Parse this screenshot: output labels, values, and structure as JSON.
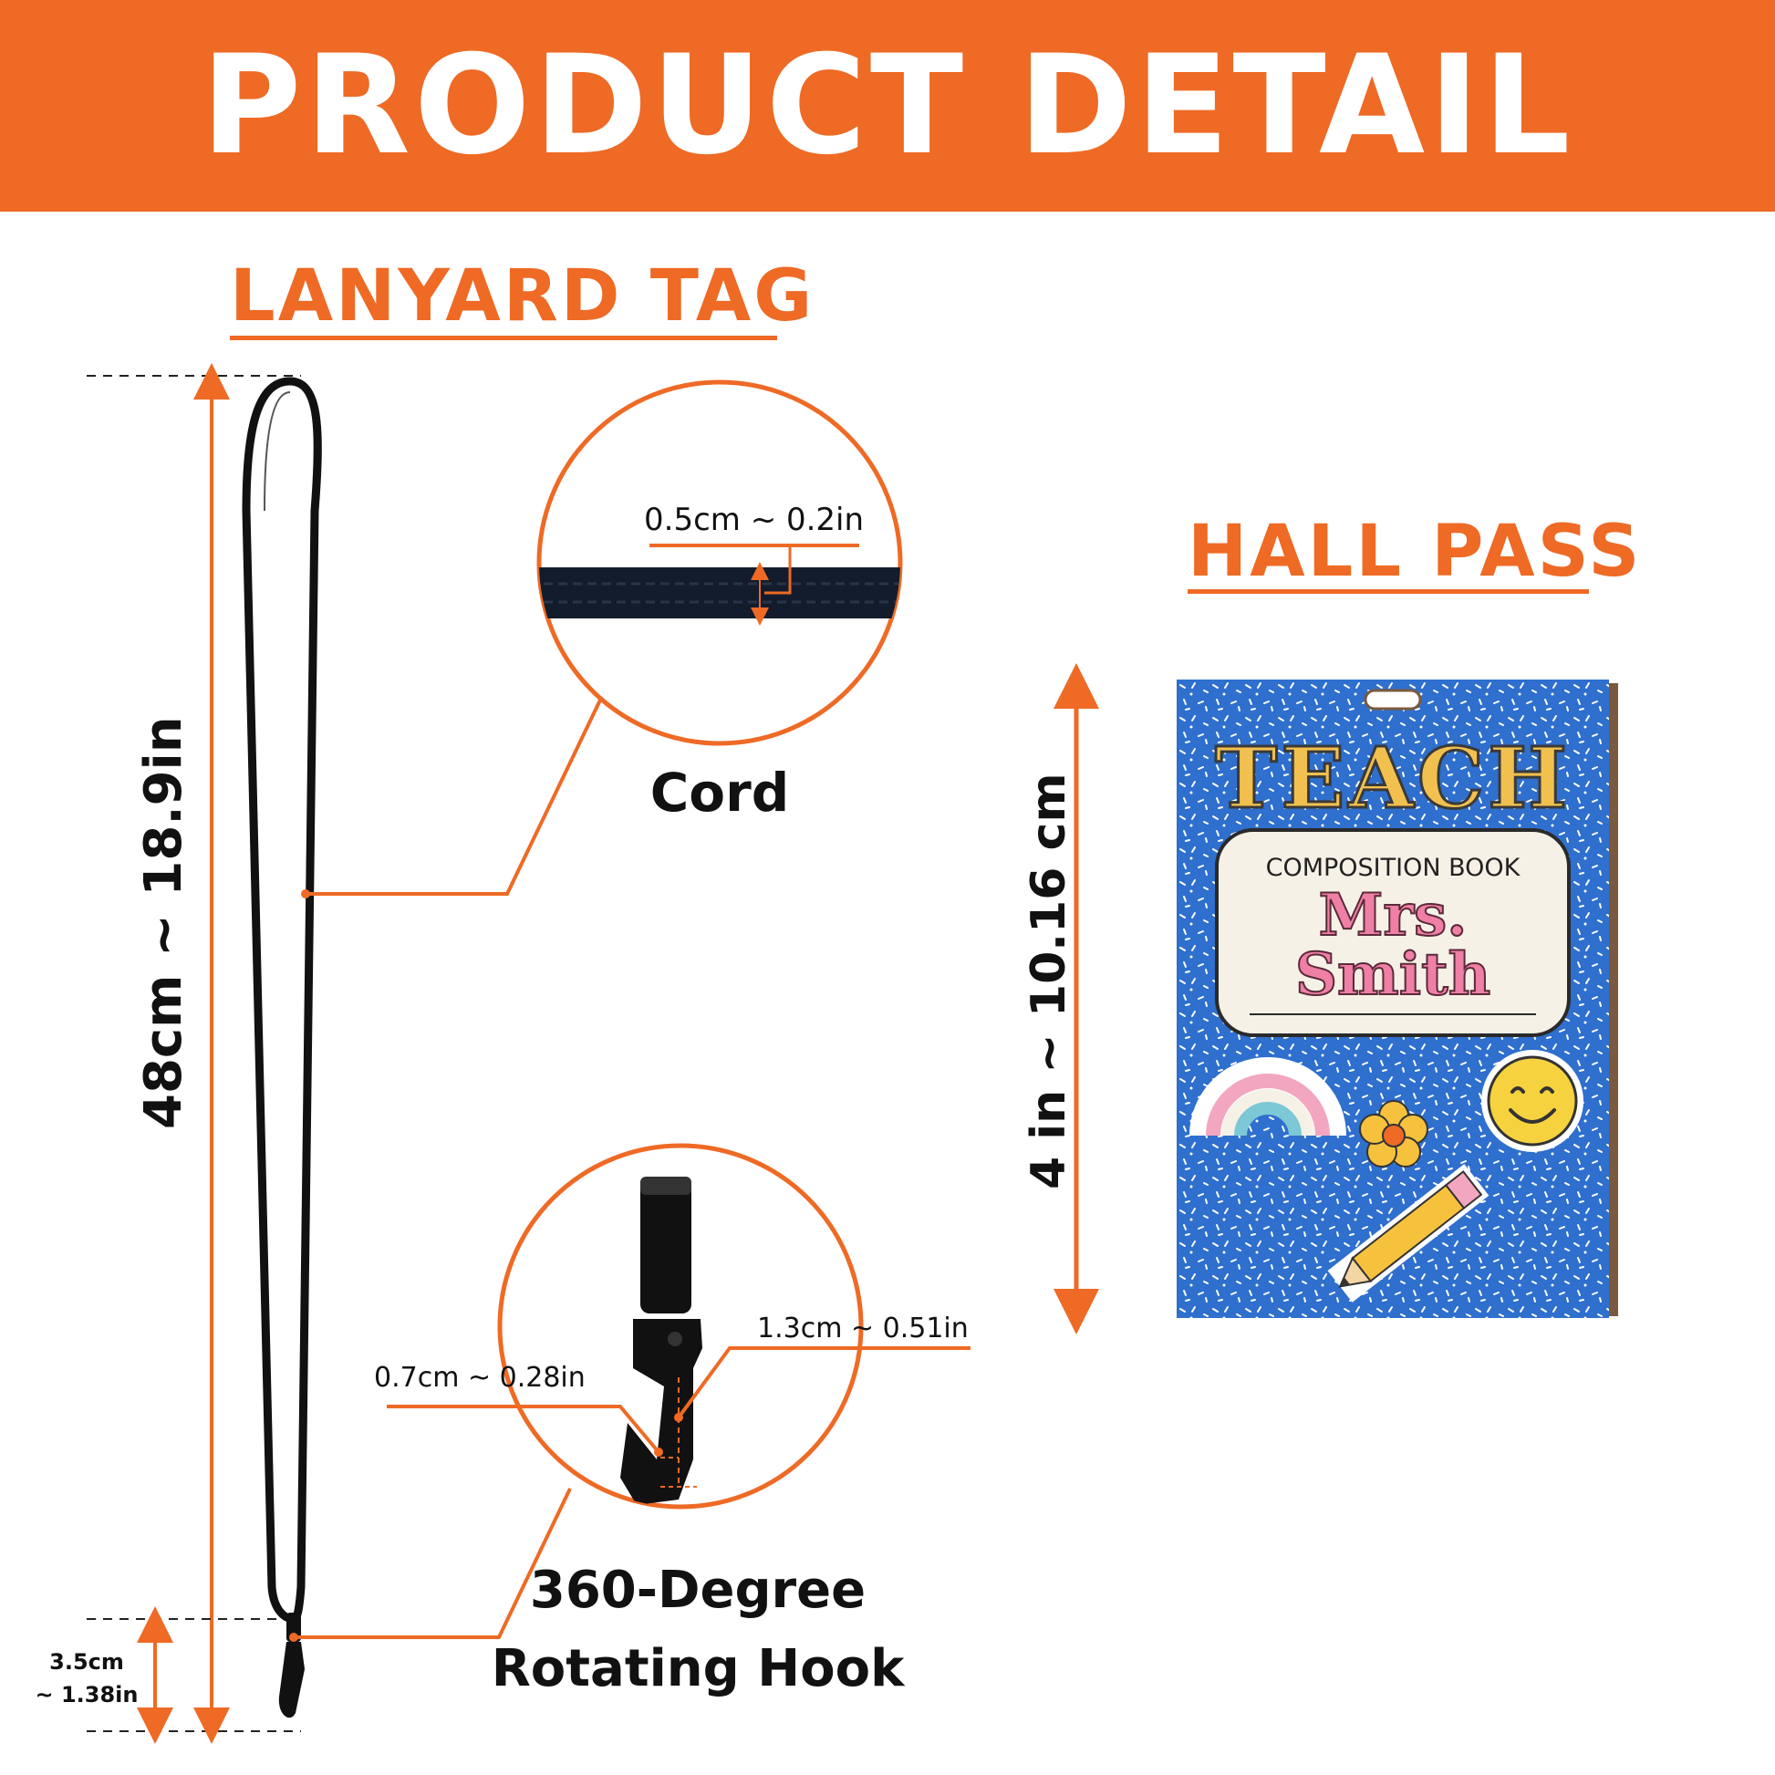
{
  "banner": {
    "title": "PRODUCT DETAIL"
  },
  "lanyard": {
    "section_title": "LANYARD TAG",
    "length_label": "48cm ~ 18.9in",
    "hook_length_label_line1": "3.5cm",
    "hook_length_label_line2": "~ 1.38in"
  },
  "cord_detail": {
    "width_label": "0.5cm ~ 0.2in",
    "caption": "Cord"
  },
  "hook_detail": {
    "width_label": "0.7cm ~ 0.28in",
    "height_label": "1.3cm ~ 0.51in",
    "caption_line1": "360-Degree",
    "caption_line2": "Rotating Hook"
  },
  "hall_pass": {
    "section_title": "HALL PASS",
    "height_label": "4 in ~ 10.16 cm",
    "card": {
      "headline": "TEACH",
      "subtitle": "COMPOSITION BOOK",
      "name_line1": "Mrs.",
      "name_line2": "Smith"
    }
  },
  "colors": {
    "accent": "#ee6a25",
    "card_blue": "#2f6fce",
    "text": "#111111"
  }
}
